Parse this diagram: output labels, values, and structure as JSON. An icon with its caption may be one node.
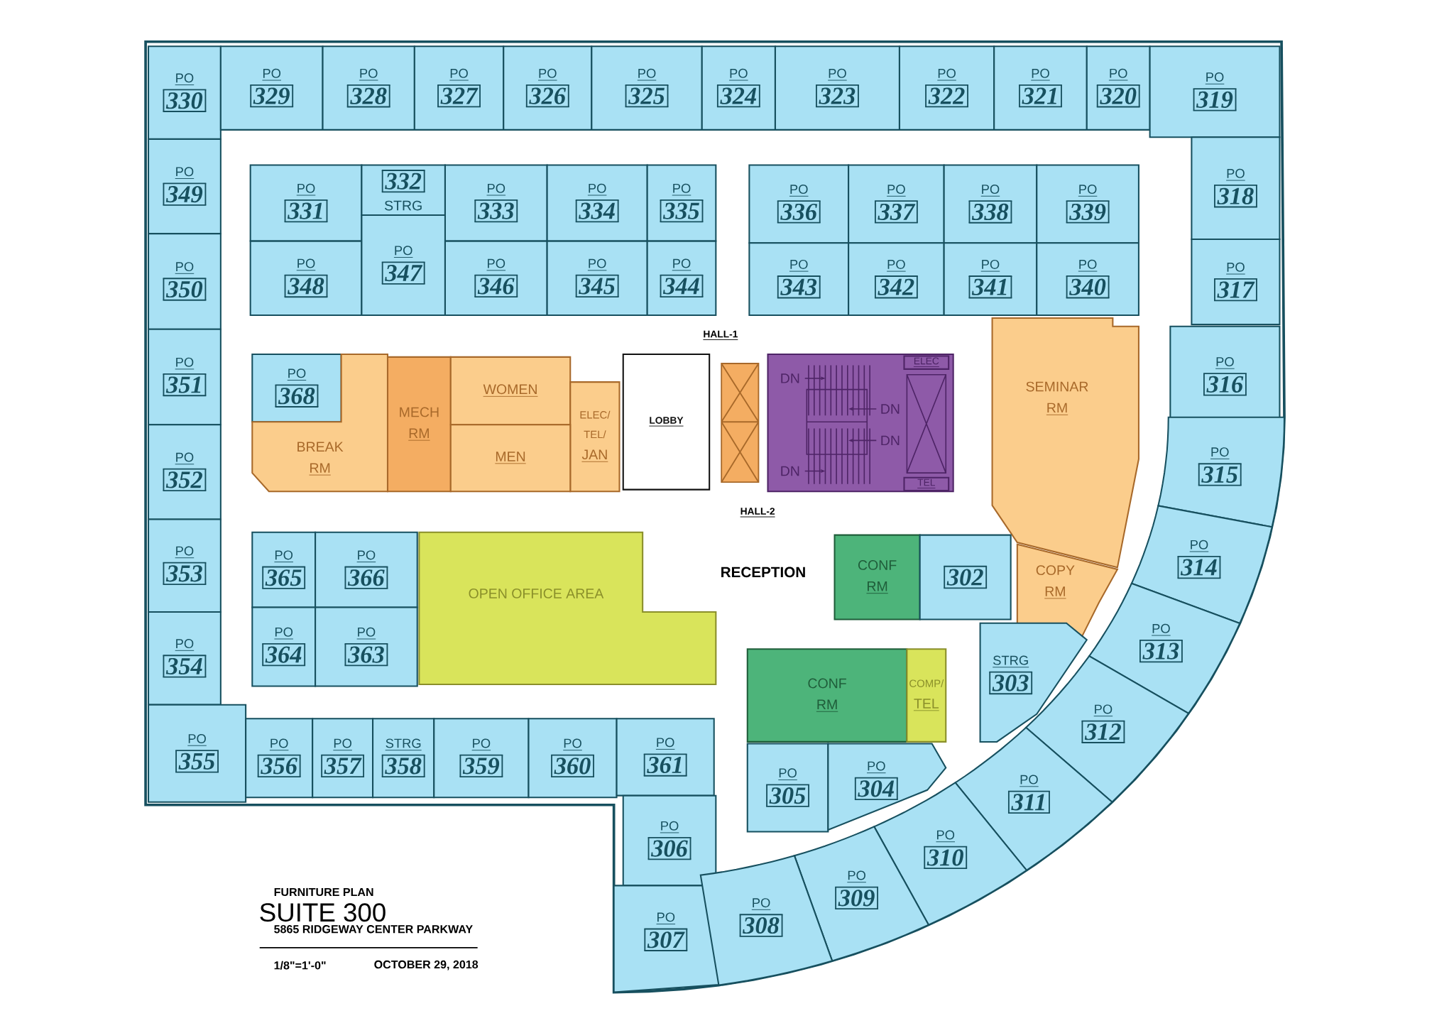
{
  "diagram": {
    "nodes": [
      {
        "text": [
          "PO",
          "330"
        ]
      },
      {
        "text": [
          "PO",
          "329"
        ]
      },
      {
        "text": [
          "PO",
          "328"
        ]
      },
      {
        "text": [
          "PO",
          "327"
        ]
      },
      {
        "text": [
          "PO",
          "326"
        ]
      },
      {
        "text": [
          "PO",
          "325"
        ]
      },
      {
        "text": [
          "PO",
          "324"
        ]
      },
      {
        "text": [
          "PO",
          "323"
        ]
      },
      {
        "text": [
          "PO",
          "322"
        ]
      },
      {
        "text": [
          "PO",
          "321"
        ]
      },
      {
        "text": [
          "PO",
          "320"
        ]
      },
      {
        "text": [
          "PO",
          "319"
        ]
      },
      {
        "text": [
          "PO",
          "349"
        ]
      },
      {
        "text": [
          "PO",
          "331"
        ]
      },
      {
        "text": [
          "332",
          "STRG"
        ]
      },
      {
        "text": [
          "PO",
          "333"
        ]
      },
      {
        "text": [
          "PO",
          "334"
        ]
      },
      {
        "text": [
          "PO",
          "335"
        ]
      },
      {
        "text": [
          "PO",
          "336"
        ]
      },
      {
        "text": [
          "PO",
          "337"
        ]
      },
      {
        "text": [
          "PO",
          "338"
        ]
      },
      {
        "text": [
          "PO",
          "339"
        ]
      },
      {
        "text": [
          "PO",
          "318"
        ]
      },
      {
        "text": [
          "PO",
          "350"
        ]
      },
      {
        "text": [
          "PO",
          "348"
        ]
      },
      {
        "text": [
          "PO",
          "347"
        ]
      },
      {
        "text": [
          "PO",
          "346"
        ]
      },
      {
        "text": [
          "PO",
          "345"
        ]
      },
      {
        "text": [
          "PO",
          "344"
        ]
      },
      {
        "text": [
          "PO",
          "343"
        ]
      },
      {
        "text": [
          "PO",
          "342"
        ]
      },
      {
        "text": [
          "PO",
          "341"
        ]
      },
      {
        "text": [
          "PO",
          "340"
        ]
      },
      {
        "text": [
          "PO",
          "317"
        ]
      },
      {
        "text": [
          "PO",
          "351"
        ]
      },
      {
        "text": [
          "PO",
          "368"
        ]
      },
      {
        "text": [
          "MECH",
          "RM"
        ]
      },
      {
        "text": [
          "WOMEN"
        ]
      },
      {
        "text": [
          "ELEC/ TEL/",
          "JAN"
        ]
      },
      {
        "text": [
          "LOBBY"
        ]
      },
      {
        "text": [
          "DN",
          "DN",
          "DN",
          "DN"
        ]
      },
      {
        "text": [
          "ELEC"
        ],
        "in": 40
      },
      {
        "text": [
          "TEL"
        ],
        "in": 40
      },
      {
        "text": [
          "SEMINAR",
          "RM"
        ]
      },
      {
        "text": [
          "PO",
          "316"
        ]
      },
      {
        "text": [
          "BREAK",
          "RM"
        ]
      },
      {
        "text": [
          "MEN"
        ]
      },
      {
        "text": [
          "PO",
          "352"
        ]
      },
      {
        "text": [
          "PO",
          "315"
        ]
      },
      {
        "text": [
          "PO",
          "353"
        ]
      },
      {
        "text": [
          "PO",
          "365"
        ]
      },
      {
        "text": [
          "PO",
          "366"
        ]
      },
      {
        "text": [
          "OPEN OFFICE AREA"
        ]
      },
      {
        "text": [
          "CONF",
          "RM"
        ]
      },
      {
        "text": [
          "302"
        ]
      },
      {
        "text": [
          "COPY",
          "RM"
        ]
      },
      {
        "text": [
          "PO",
          "314"
        ]
      },
      {
        "text": [
          "PO",
          "364"
        ]
      },
      {
        "text": [
          "PO",
          "363"
        ]
      },
      {
        "text": [
          "PO",
          "354"
        ]
      },
      {
        "text": [
          "STRG",
          "303"
        ]
      },
      {
        "text": [
          "PO",
          "313"
        ]
      },
      {
        "text": [
          "CONF",
          "RM"
        ]
      },
      {
        "text": [
          "COMP/",
          "TEL"
        ]
      },
      {
        "text": [
          "PO",
          "312"
        ]
      },
      {
        "text": [
          "PO",
          "355"
        ]
      },
      {
        "text": [
          "PO",
          "356"
        ]
      },
      {
        "text": [
          "PO",
          "357"
        ]
      },
      {
        "text": [
          "STRG",
          "358"
        ]
      },
      {
        "text": [
          "PO",
          "359"
        ]
      },
      {
        "text": [
          "PO",
          "360"
        ]
      },
      {
        "text": [
          "PO",
          "361"
        ]
      },
      {
        "text": [
          "PO",
          "305"
        ]
      },
      {
        "text": [
          "PO",
          "304"
        ]
      },
      {
        "text": [
          "PO",
          "311"
        ]
      },
      {
        "text": [
          "PO",
          "306"
        ]
      },
      {
        "text": [
          "PO",
          "310"
        ]
      },
      {
        "text": [
          "PO",
          "309"
        ]
      },
      {
        "text": [
          "PO",
          "307"
        ]
      },
      {
        "text": [
          "PO",
          "308"
        ]
      }
    ],
    "labels": [
      "HALL-1",
      "HALL-2",
      "RECEPTION",
      "FURNITURE PLAN",
      "SUITE 300",
      "5865 RIDGEWAY CENTER PARKWAY",
      "1/8\"=1'-0\"",
      "OCTOBER 29, 2018"
    ]
  }
}
